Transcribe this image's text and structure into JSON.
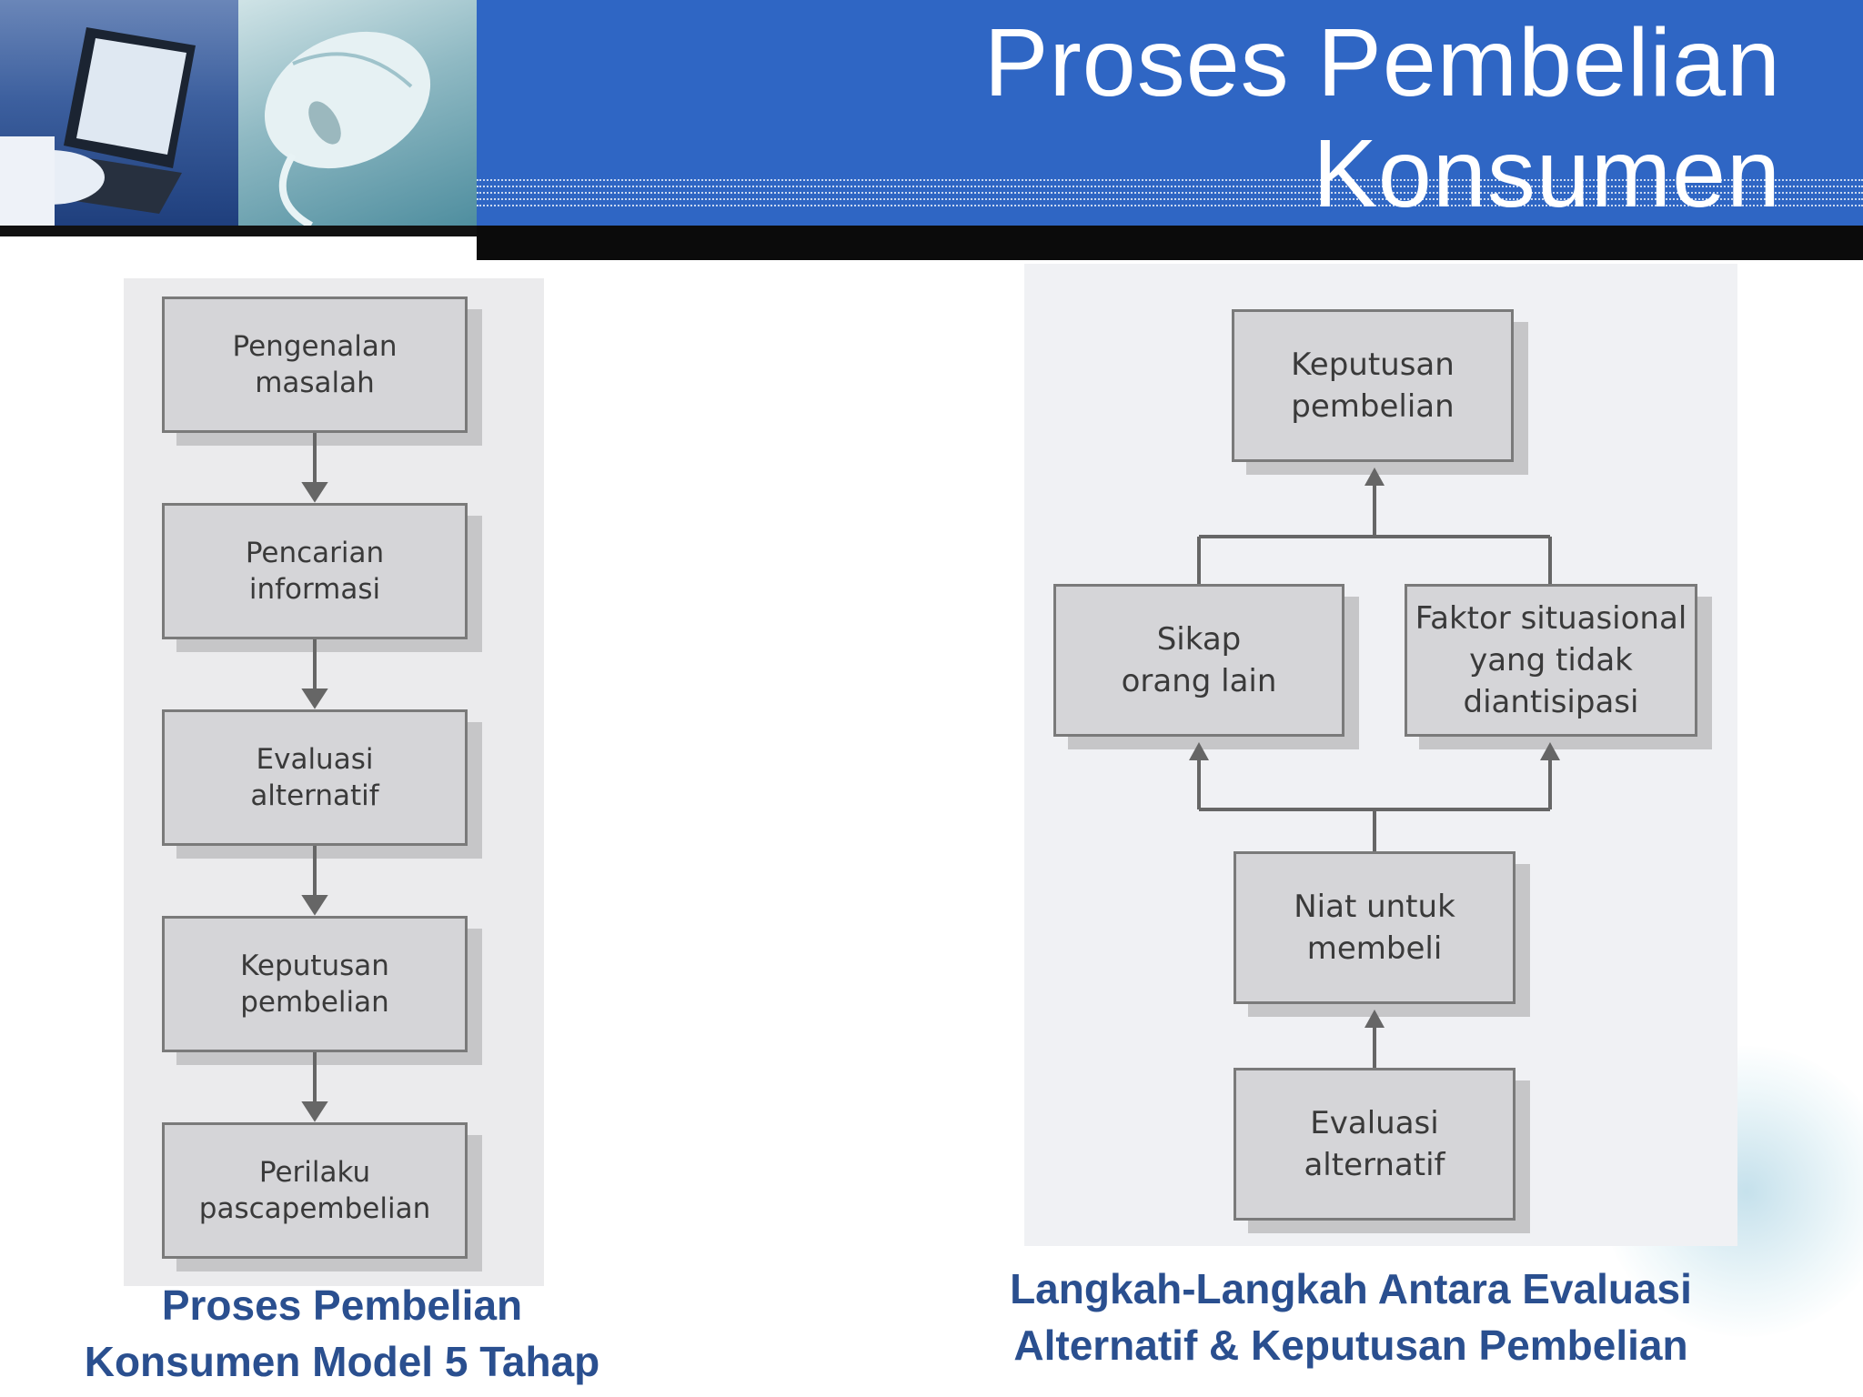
{
  "header": {
    "title": "Proses Pembelian\nKonsumen",
    "colors": {
      "banner": "#2f66c4",
      "bar": "#0b0b0b"
    },
    "photos": [
      "laptop-photo",
      "mouse-photo"
    ]
  },
  "left_diagram": {
    "steps": [
      "Pengenalan\nmasalah",
      "Pencarian\ninformasi",
      "Evaluasi\nalternatif",
      "Keputusan\npembelian",
      "Perilaku\npascapembelian"
    ],
    "caption": "Proses Pembelian\nKonsumen Model 5 Tahap"
  },
  "right_diagram": {
    "nodes": {
      "decision": "Keputusan\npembelian",
      "attitude": "Sikap\norang lain",
      "situational": "Faktor situasional\nyang tidak\ndiantisipasi",
      "intention": "Niat untuk\nmembeli",
      "evaluation": "Evaluasi\nalternatif"
    },
    "caption": "Langkah-Langkah Antara Evaluasi\nAlternatif & Keputusan Pembelian"
  }
}
